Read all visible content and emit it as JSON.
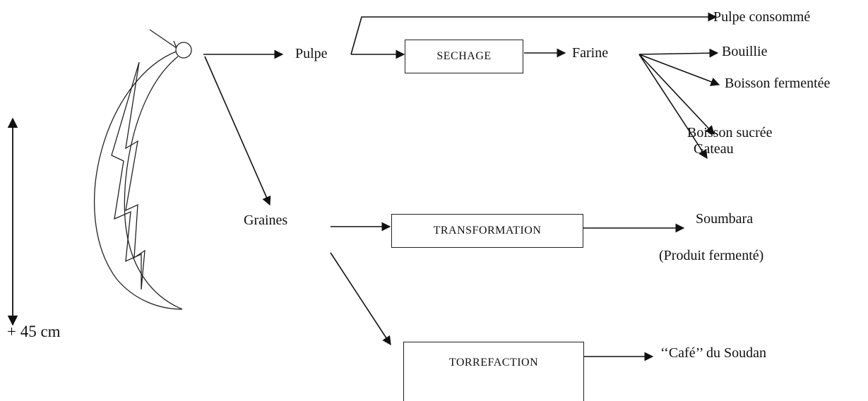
{
  "diagram": {
    "scale_label": "+  45 cm",
    "nodes": {
      "pulpe": "Pulpe",
      "pulpe_consomme": "Pulpe consommé",
      "sechage": "SECHAGE",
      "farine": "Farine",
      "bouillie": "Bouillie",
      "boisson_fermentee": "Boisson fermentée",
      "boisson_sucree": "Boisson sucrée",
      "gateau": "Gateau",
      "graines": "Graines",
      "transformation": "TRANSFORMATION",
      "soumbara": "Soumbara",
      "produit_fermente": "(Produit fermenté)",
      "torrefaction": "TORREFACTION",
      "cafe_du_soudan": "‘‘Café’’ du Soudan"
    },
    "colors": {
      "line": "#111111",
      "background": "#ffffff"
    }
  }
}
